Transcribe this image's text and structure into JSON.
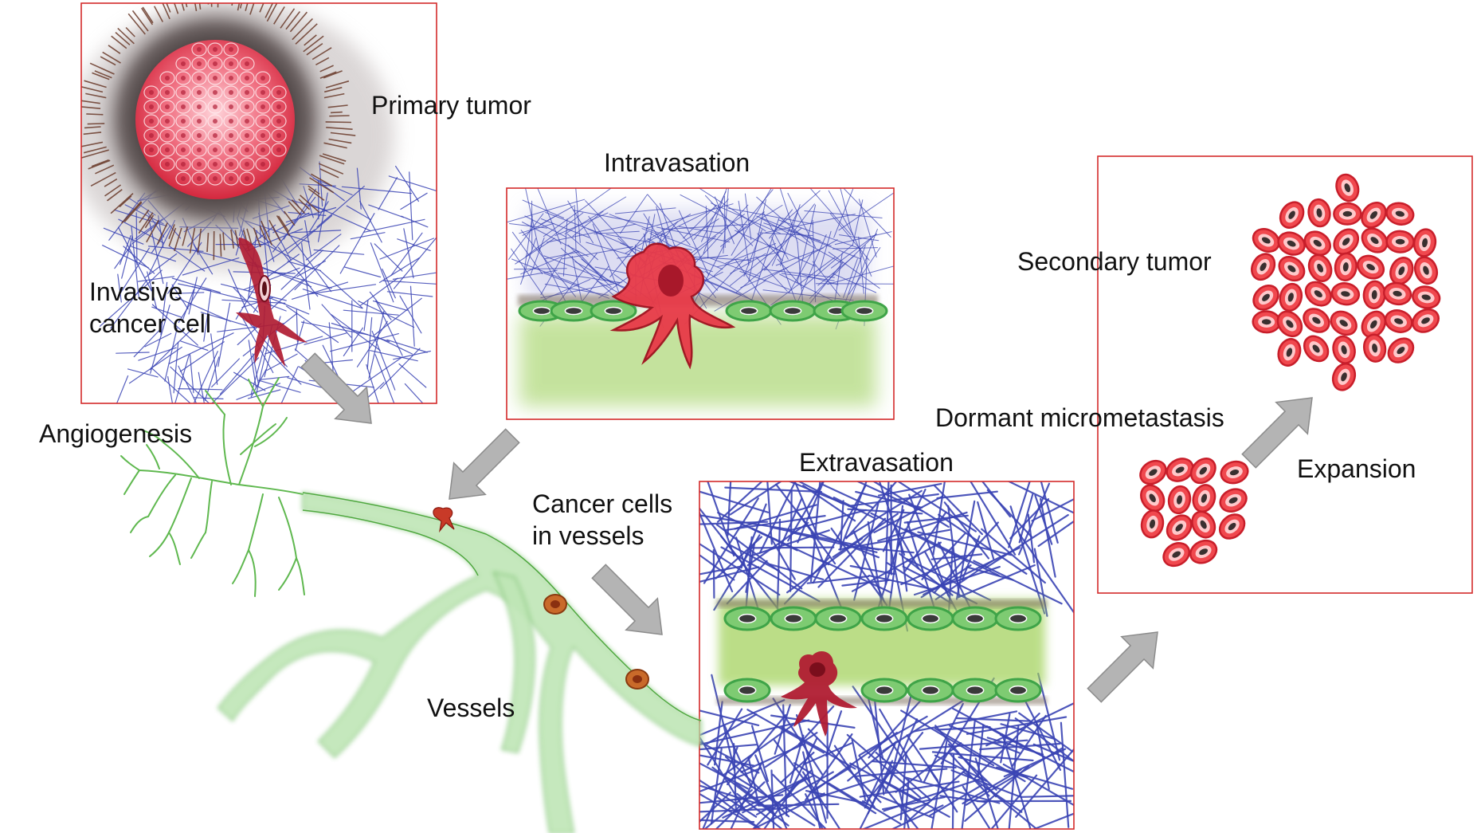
{
  "labels": {
    "primary_tumor": "Primary tumor",
    "intravasation": "Intravasation",
    "secondary_tumor": "Secondary tumor",
    "invasive_cancer_cell": [
      "Invasive",
      "cancer cell"
    ],
    "dormant_micrometastasis": "Dormant micrometastasis",
    "angiogenesis": "Angiogenesis",
    "extravasation": "Extravasation",
    "cancer_cells_in_vessels": [
      "Cancer cells",
      "in vessels"
    ],
    "expansion": "Expansion",
    "vessels": "Vessels"
  },
  "colors": {
    "panel_border": "#d42a2a",
    "arrow_fill": "#b4b4b4",
    "arrow_stroke": "#8c8c8c",
    "collagen_fiber": "#3a44b4",
    "vessel_green": "#bfe6b6",
    "vessel_edge": "#5fb84f",
    "endothelial": "#3fa448",
    "tumor_red": "#e0283a",
    "tumor_halo": "#4a3f3f"
  },
  "icons": {
    "arrow": "gray-block-arrow",
    "cell": "cancer-cell-icon"
  }
}
